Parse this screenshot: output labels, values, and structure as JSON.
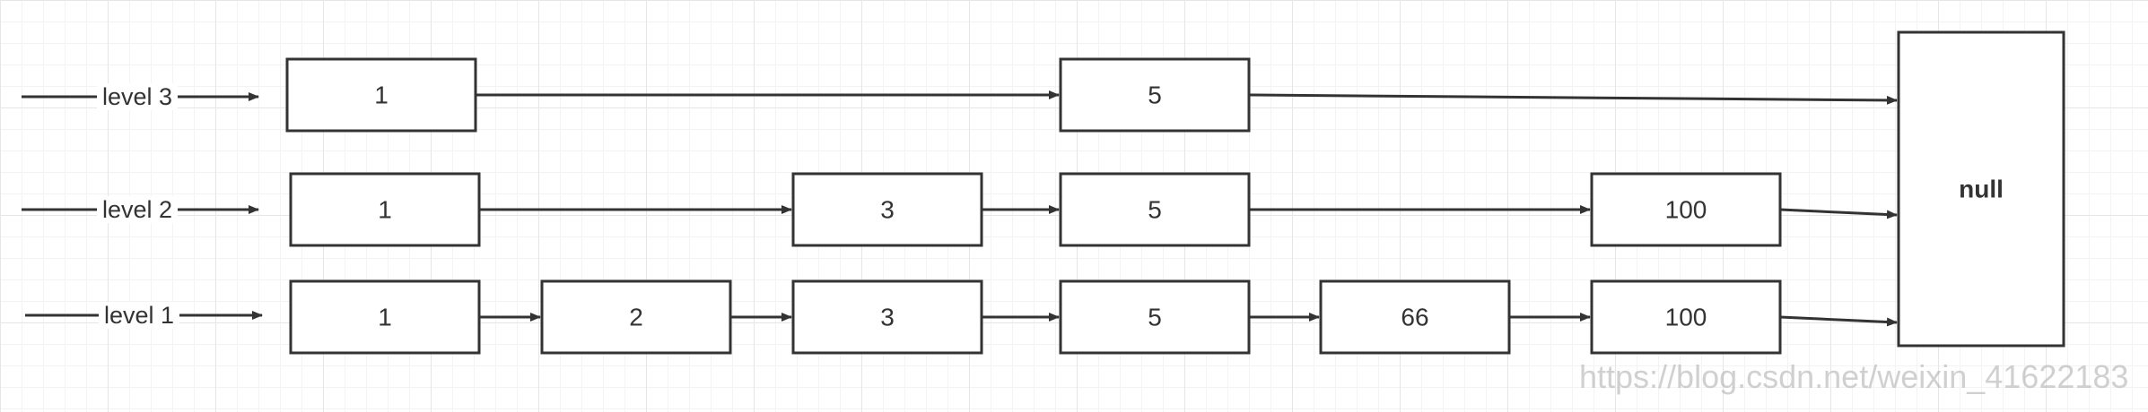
{
  "diagram": {
    "levels": [
      {
        "label": "level 3",
        "nodes": [
          "1",
          "5"
        ]
      },
      {
        "label": "level 2",
        "nodes": [
          "1",
          "3",
          "5",
          "100"
        ]
      },
      {
        "label": "level 1",
        "nodes": [
          "1",
          "2",
          "3",
          "5",
          "66",
          "100"
        ]
      }
    ],
    "terminal_label": "null"
  },
  "watermark": "https://blog.csdn.net/weixin_41622183",
  "colors": {
    "stroke": "#333333",
    "background": "#ffffff",
    "grid": "#e6e6e6"
  }
}
